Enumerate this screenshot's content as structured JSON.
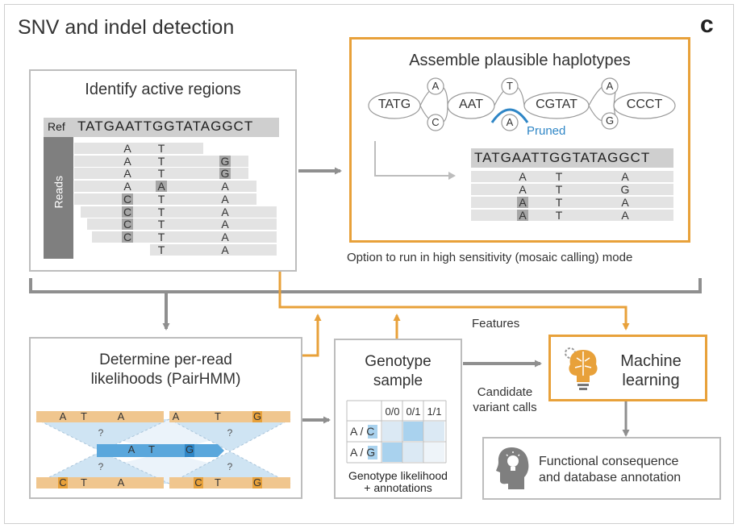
{
  "panel_title": "SNV and indel detection",
  "panel_letter": "c",
  "active_regions": {
    "title": "Identify active regions",
    "ref_label": "Ref",
    "ref_seq": "TATGAATTGGTATAGGCT",
    "reads_label": "Reads",
    "reads": [
      {
        "c1": "A",
        "c2": "T",
        "c3": "",
        "h1": false,
        "h2": false,
        "h3": false
      },
      {
        "c1": "A",
        "c2": "T",
        "c3": "G",
        "h1": false,
        "h2": false,
        "h3": true
      },
      {
        "c1": "A",
        "c2": "T",
        "c3": "G",
        "h1": false,
        "h2": false,
        "h3": true
      },
      {
        "c1": "A",
        "c2": "A",
        "c3": "A",
        "h1": false,
        "h2": true,
        "h3": false
      },
      {
        "c1": "C",
        "c2": "T",
        "c3": "A",
        "h1": true,
        "h2": false,
        "h3": false
      },
      {
        "c1": "C",
        "c2": "T",
        "c3": "A",
        "h1": true,
        "h2": false,
        "h3": false
      },
      {
        "c1": "C",
        "c2": "T",
        "c3": "A",
        "h1": true,
        "h2": false,
        "h3": false
      },
      {
        "c1": "C",
        "c2": "T",
        "c3": "A",
        "h1": true,
        "h2": false,
        "h3": false
      },
      {
        "c1": "",
        "c2": "T",
        "c3": "A",
        "h1": false,
        "h2": false,
        "h3": false
      }
    ]
  },
  "haplotypes": {
    "title": "Assemble plausible haplotypes",
    "nodes": [
      "TATG",
      "AAT",
      "CGTAT",
      "CCCT"
    ],
    "alt_nodes": {
      "a_top": "A",
      "a_bottom": "C",
      "b_top": "T",
      "b_bottom": "A",
      "c_top": "A",
      "c_bottom": "G"
    },
    "pruned_label": "Pruned",
    "table_header": "TATGAATTGGTATAGGCT",
    "rows": [
      {
        "c1": "A",
        "c2": "T",
        "c3": "A",
        "h1": false
      },
      {
        "c1": "A",
        "c2": "T",
        "c3": "G",
        "h1": false
      },
      {
        "c1": "A",
        "c2": "T",
        "c3": "A",
        "h1": true
      },
      {
        "c1": "A",
        "c2": "T",
        "c3": "A",
        "h1": true
      }
    ],
    "caption": "Option to run in high sensitivity (mosaic calling) mode"
  },
  "pairhmm": {
    "title_line1": "Determine per-read",
    "title_line2": "likelihoods (PairHMM)",
    "top_left": [
      "A",
      "T",
      "A"
    ],
    "top_right": [
      "A",
      "T",
      "G"
    ],
    "middle": [
      "A",
      "T",
      "G"
    ],
    "bottom_left": [
      "C",
      "T",
      "A"
    ],
    "bottom_right": [
      "C",
      "T",
      "G"
    ],
    "unknown": "?"
  },
  "genotype": {
    "title_line1": "Genotype",
    "title_line2": "sample",
    "col_headers": [
      "0/0",
      "0/1",
      "1/1"
    ],
    "row_labels": [
      "A / C",
      "A / G"
    ],
    "caption_line1": "Genotype likelihood",
    "caption_line2": "+ annotations"
  },
  "features_label": "Features",
  "candidate_label_line1": "Candidate",
  "candidate_label_line2": "variant calls",
  "ml": {
    "title_line1": "Machine",
    "title_line2": "learning"
  },
  "functional": {
    "line1": "Functional consequence",
    "line2": "and database annotation"
  },
  "colors": {
    "orange": "#e8a13a",
    "gray": "#8f8f8f",
    "blue": "#2f86c6",
    "tan": "#f0c68e",
    "light_blue": "#a9d2ee"
  }
}
